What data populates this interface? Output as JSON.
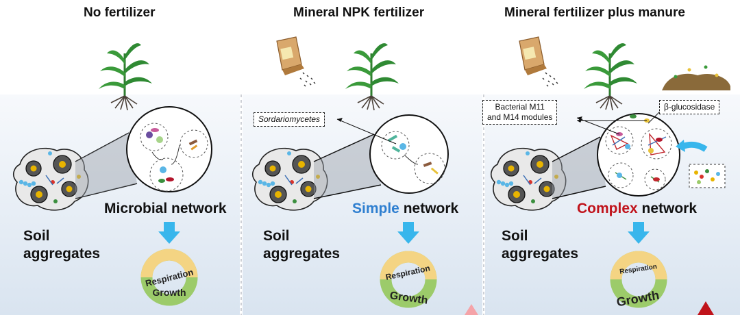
{
  "panels": [
    {
      "title": "No fertilizer",
      "network_prefix": "",
      "network_suffix": "Microbial network",
      "soil_line1": "Soil",
      "soil_line2": "aggregates",
      "respiration": "Respiration",
      "growth": "Growth"
    },
    {
      "title": "Mineral NPK fertilizer",
      "network_prefix": "Simple",
      "network_suffix": " network",
      "soil_line1": "Soil",
      "soil_line2": "aggregates",
      "respiration": "Respiration",
      "growth": "Growth",
      "callout": "Sordariomycetes"
    },
    {
      "title": "Mineral fertilizer plus manure",
      "network_prefix": "Complex",
      "network_suffix": " network",
      "soil_line1": "Soil",
      "soil_line2": "aggregates",
      "respiration": "Respiration",
      "growth": "Growth",
      "callout_line1": "Bacterial M11",
      "callout_line2": "and M14 modules",
      "callout2": "β-glucosidase"
    }
  ],
  "colors": {
    "soil_bg_top": "#ffffff",
    "soil_bg_bottom": "#dde7f2",
    "arrow": "#38b6ec",
    "respiration_ring": "#f4d483",
    "growth_ring": "#9ccb6a",
    "simple": "#2f7fd0",
    "complex": "#c0131b",
    "plant": "#2f8a33"
  }
}
